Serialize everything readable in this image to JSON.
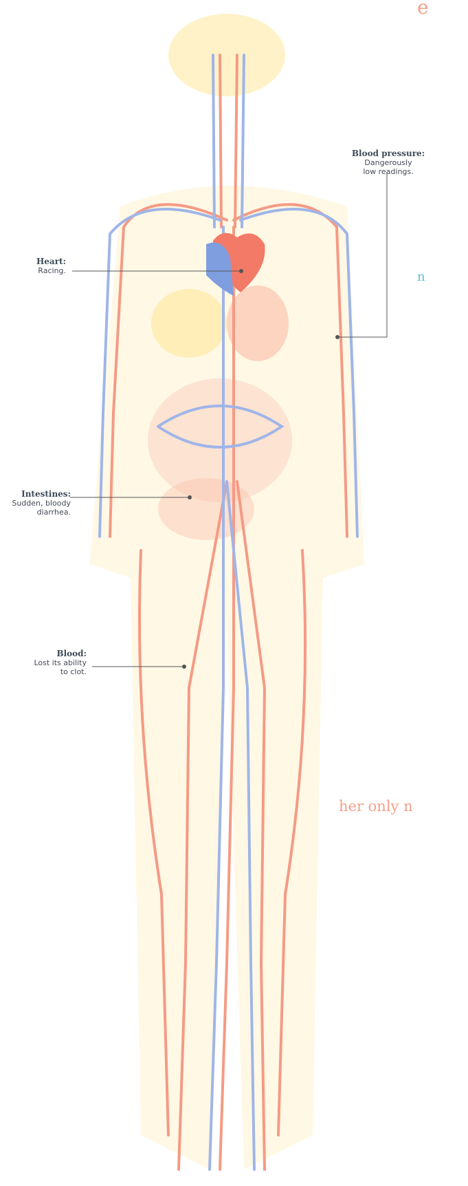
{
  "annotations": [
    {
      "id": "blood-pressure",
      "title": "Blood pressure:",
      "lines": [
        "Dangerously",
        "low readings."
      ]
    },
    {
      "id": "heart",
      "title": "Heart:",
      "lines": [
        "Racing."
      ]
    },
    {
      "id": "intestines",
      "title": "Intestines:",
      "lines": [
        "Sudden, bloody",
        "diarrhea."
      ]
    },
    {
      "id": "blood",
      "title": "Blood:",
      "lines": [
        "Lost its ability",
        "to clot."
      ]
    }
  ],
  "page_fragments": {
    "top_right": "e",
    "mid_right": "n",
    "bottom_right": "her only n"
  },
  "colors": {
    "artery": "#f59a84",
    "vein": "#9fb5e8",
    "heart": "#f27a66",
    "heart_vein": "#7f9ee0",
    "glow": "#fff3cf",
    "head_glow": "#ffe89a",
    "organ": "#fbb7a3",
    "leader": "#555555",
    "accent_orange": "#f4a08a",
    "accent_cyan": "#5fbcd3"
  }
}
